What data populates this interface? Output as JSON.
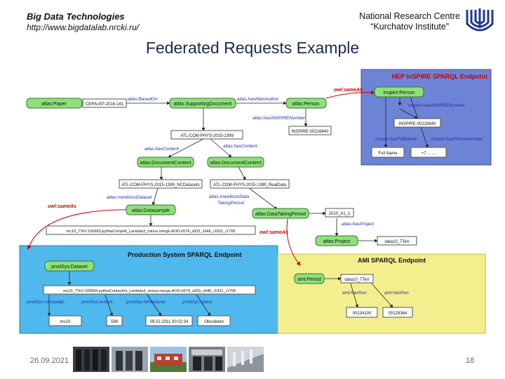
{
  "header": {
    "left_title": "Big Data Technologies",
    "left_url": "http://www.bigdatalab.nrcki.ru/",
    "right_line1": "National Research Centre",
    "right_line2": "“Kurchatov Institute”"
  },
  "title": "Federated Requests Example",
  "footer": {
    "date": "26.09.2021",
    "page": "18"
  },
  "panels": {
    "hep": "HEP InSPIRE SPARQL Endpoint",
    "prod": "Production System SPARQL Endpoint",
    "ami": "AMI SPARQL Endpoint"
  },
  "nodes": {
    "paper": "atlas:Paper",
    "cern": "CERN-EP-2016-181",
    "supdoc": "atlas:SupportingDocument",
    "person": "atlas:Person",
    "inspire_person": "inspire:Person",
    "inspire_num": "INSPIRE-00216840",
    "insp_number": "INSPIRE-00216840",
    "atl_com": "ATL-COM-PHYS-2015-1399",
    "doccontent1": "atlas:DocumentContent",
    "doccontent2": "atlas:DocumentContent",
    "ncd": "ATL-COM-PHYS-2015-1399_NCDatasets",
    "real": "ATL-COM-PHYS-2015-1399_RealData",
    "fullname": "Full Name",
    "phone": "+7 ... ...",
    "datasample": "atlas:Datasample",
    "dtp": "atlas:DataTakingPeriod",
    "period_val": "2010_A1_1",
    "mc_long": "mc10_7TeV.105683.pythiaCompHt_Lambda3_minus.merge.AOD.e574_s933_s946_r1831_r1700",
    "project": "atlas:Project",
    "project_val": "data10_7TeV",
    "prodsys": "prodSys:Dataset",
    "mc_long2": "mc10_7TeV.105683.pythiaContactInt_Lambda3_minus.merge.AOD.e574_s933_s946_r1831_r1700",
    "mc10": "mc10",
    "val598": "598",
    "timestamp": "09.02.2011 00:02:34",
    "obsoleted": "Obsoleted",
    "ami_period": "ami:Period",
    "data10": "data10_7TeV",
    "run1": "00134100",
    "run2": "00129364"
  },
  "edges": {
    "based_on": "atlas:BasedOn",
    "main_author": "atlas:hasMainAuthor",
    "same_as1": "owl:sameAs",
    "has_inspire": "atlas:hasINSPIRENumber",
    "insp_has_num": "inspire:hasINSPIRENumber",
    "has_content1": "atlas:hasContent",
    "has_content2": "atlas:hasContent",
    "has_fullname": "inspire:hasFullName",
    "has_phone": "inspire:hasPhoneNumber",
    "mentions": "atlas:mentionsDataset",
    "manifests1": "atlas:manifestsData",
    "manifests2": "TakingPeriod",
    "same_as2": "owl:sameAs",
    "has_project": "atlas:hasProject",
    "same_as3": "owl:sameAs",
    "campaign": "prodSys:campaign",
    "events": "prodSys:events",
    "tstamp": "prodSys:timestamp",
    "status": "prodSys:status",
    "has_run": "ami:hasRun",
    "has_run2": "ami:hasRun"
  }
}
